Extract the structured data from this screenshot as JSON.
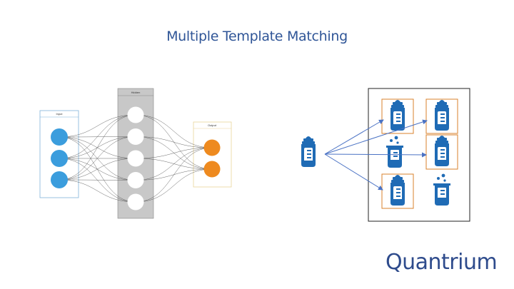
{
  "slide": {
    "title": "Multiple Template Matching"
  },
  "network": {
    "input_label": "Input",
    "hidden_label": "Hidden",
    "output_label": "Output",
    "input_nodes": 3,
    "hidden_nodes": 5,
    "output_nodes": 2,
    "colors": {
      "input_node": "#3b9ddd",
      "hidden_node": "#ffffff",
      "hidden_panel": "#c8c8c8",
      "output_node": "#ee8a1f",
      "input_box": "#7fb2d9",
      "output_box": "#e9d49a",
      "edge": "#555555"
    }
  },
  "matching": {
    "template_icon": "bottle-icon",
    "grid_icons": [
      "bottle-icon",
      "bottle-icon",
      "beaker-icon",
      "bottle-icon",
      "bottle-icon",
      "beaker-icon"
    ],
    "matched": [
      true,
      true,
      false,
      true,
      true,
      false
    ],
    "colors": {
      "icon": "#1f6bb5",
      "match_box": "#d9822b",
      "arrow": "#4a72c4",
      "frame": "#222222"
    }
  },
  "brand": {
    "logo_text": "Quantrium",
    "color": "#2e4b8c"
  }
}
